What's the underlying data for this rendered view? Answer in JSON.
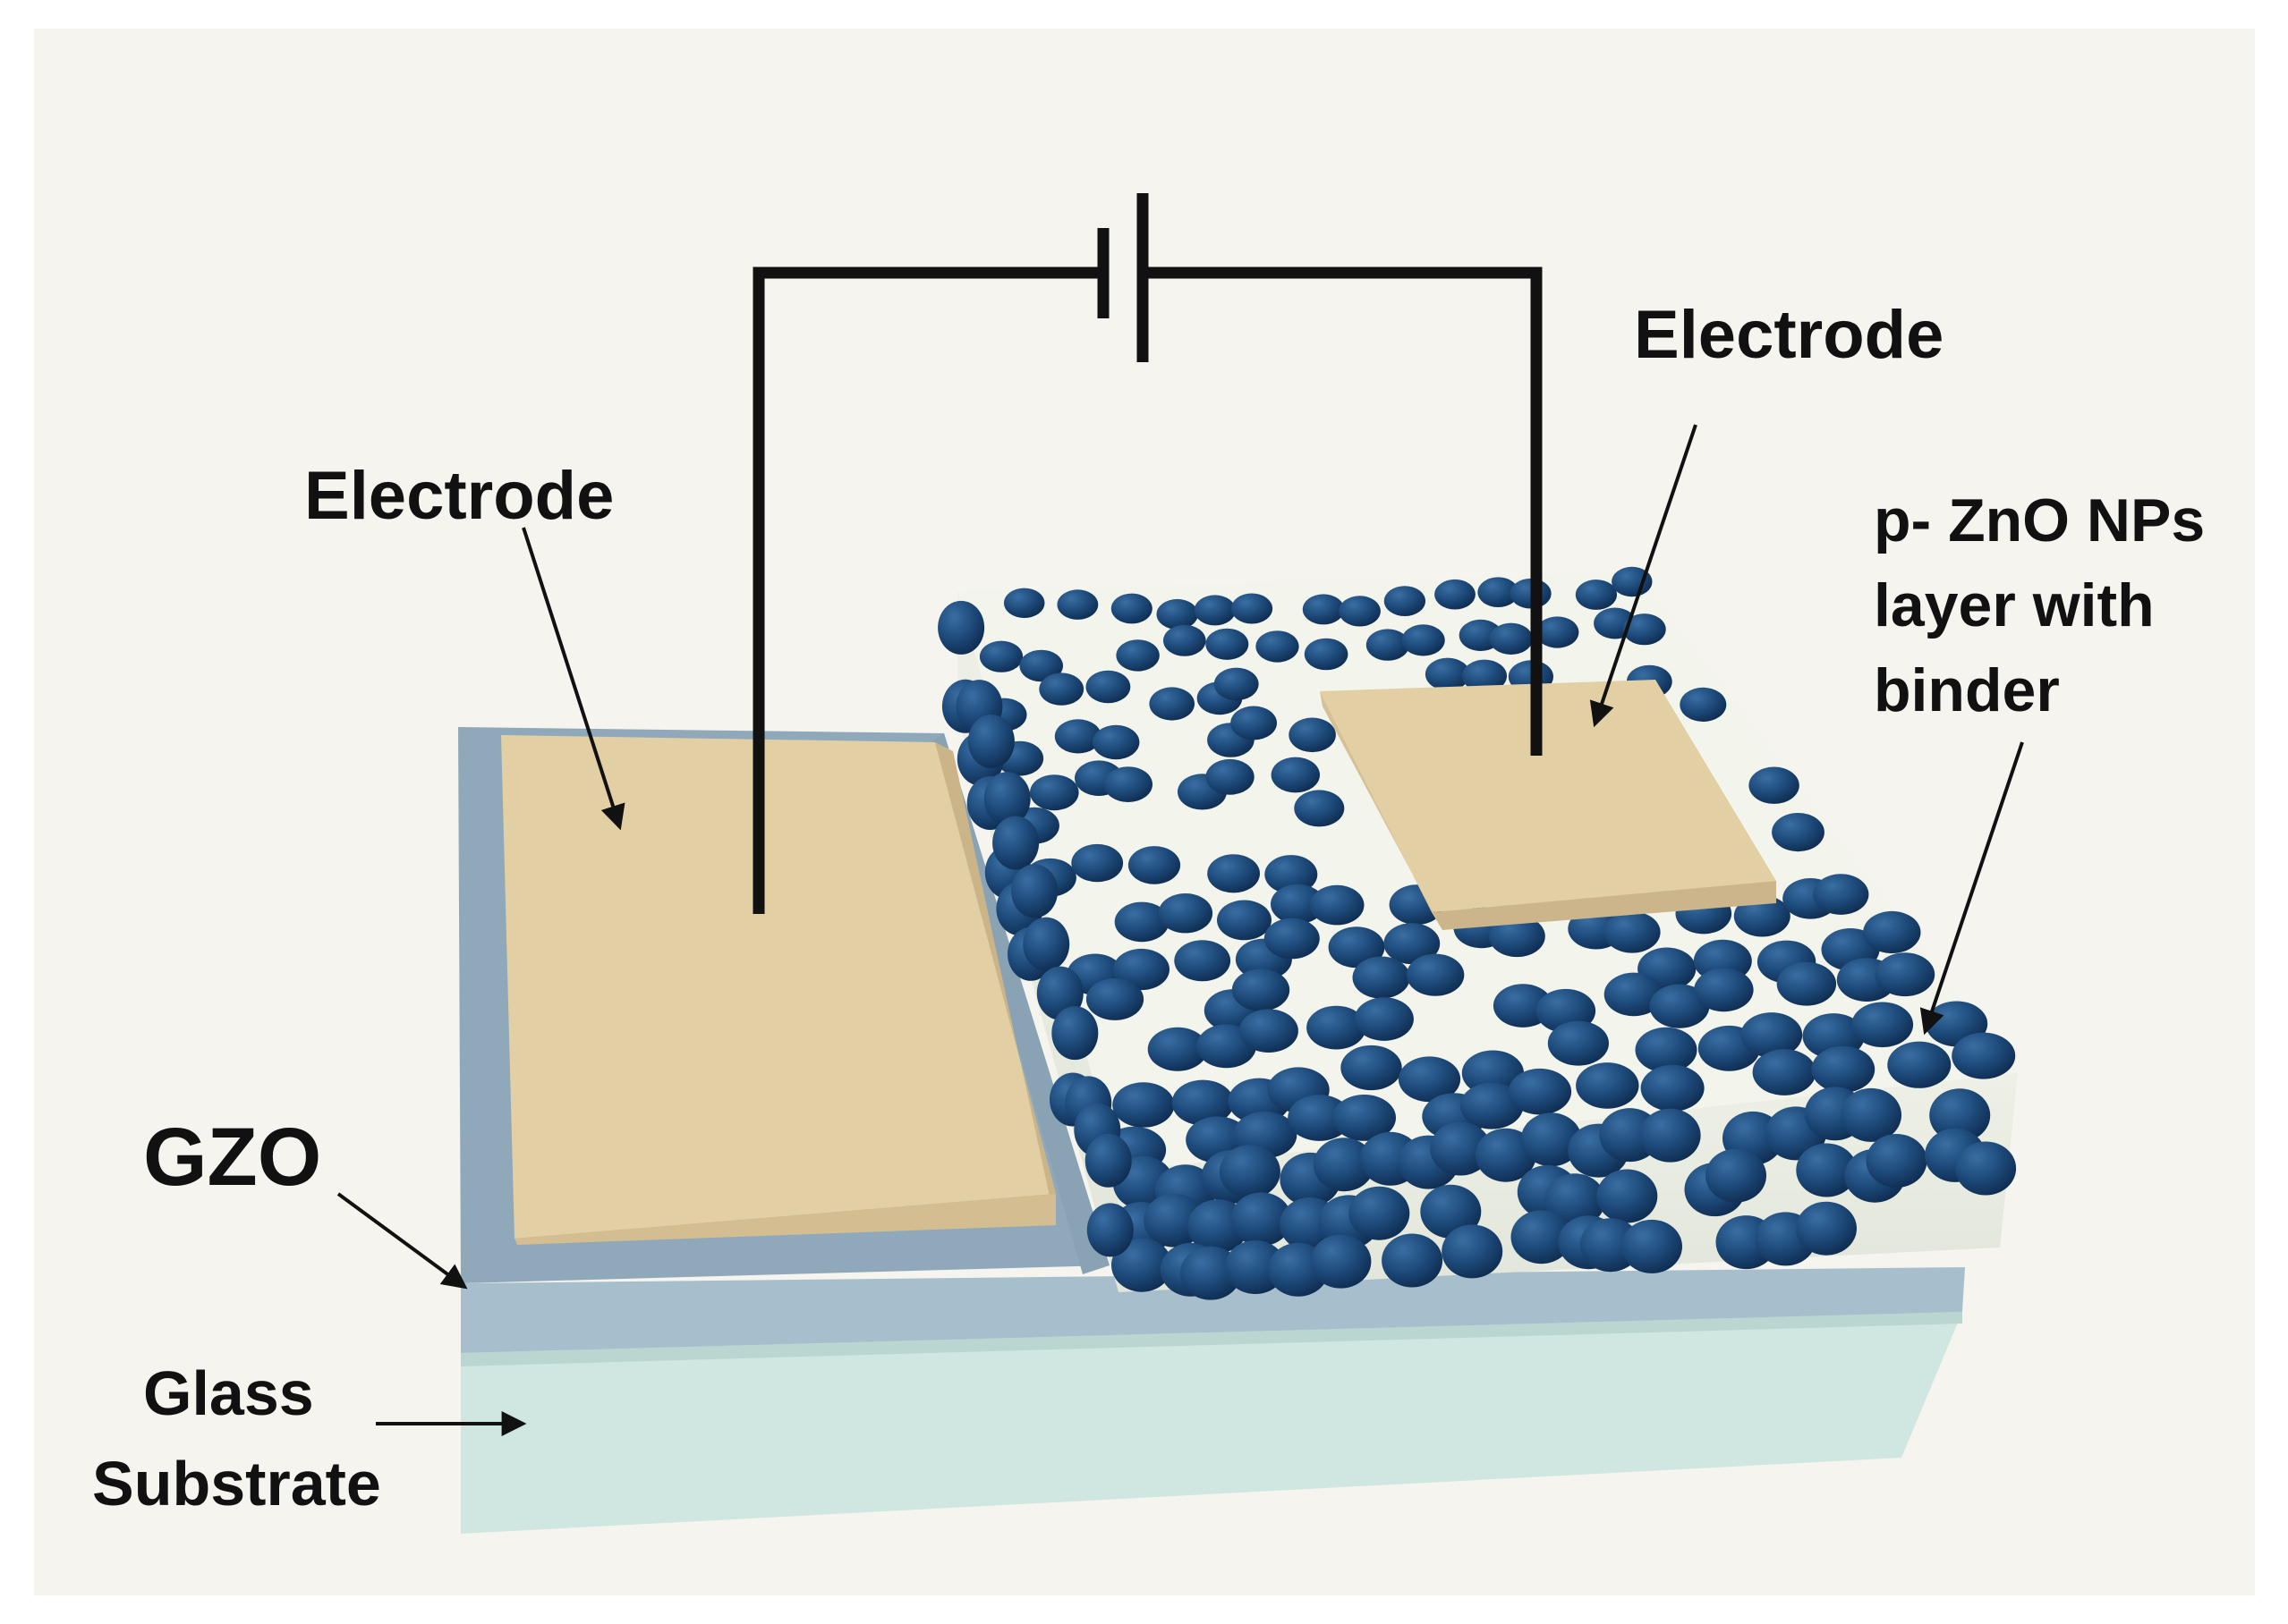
{
  "labels": {
    "electrode_left": "Electrode",
    "electrode_right": "Electrode",
    "np_layer_line1": "p- ZnO NPs",
    "np_layer_line2": "layer with",
    "np_layer_line3": "binder",
    "gzo": "GZO",
    "glass_line1": "Glass",
    "glass_line2": "Substrate"
  },
  "colors": {
    "background": "#f6f4ef",
    "glass": "#cfe6e1",
    "gzo": "#9fb5c4",
    "gzo_top": "#8fa9ba",
    "electrode": "#e3cfa4",
    "binder": "#f3f4ec",
    "nanoparticle": "#1d4a7a",
    "wire": "#111111"
  },
  "components": [
    "battery",
    "wire",
    "glass-substrate",
    "gzo-layer",
    "electrode",
    "electrode",
    "nanoparticle-layer"
  ]
}
